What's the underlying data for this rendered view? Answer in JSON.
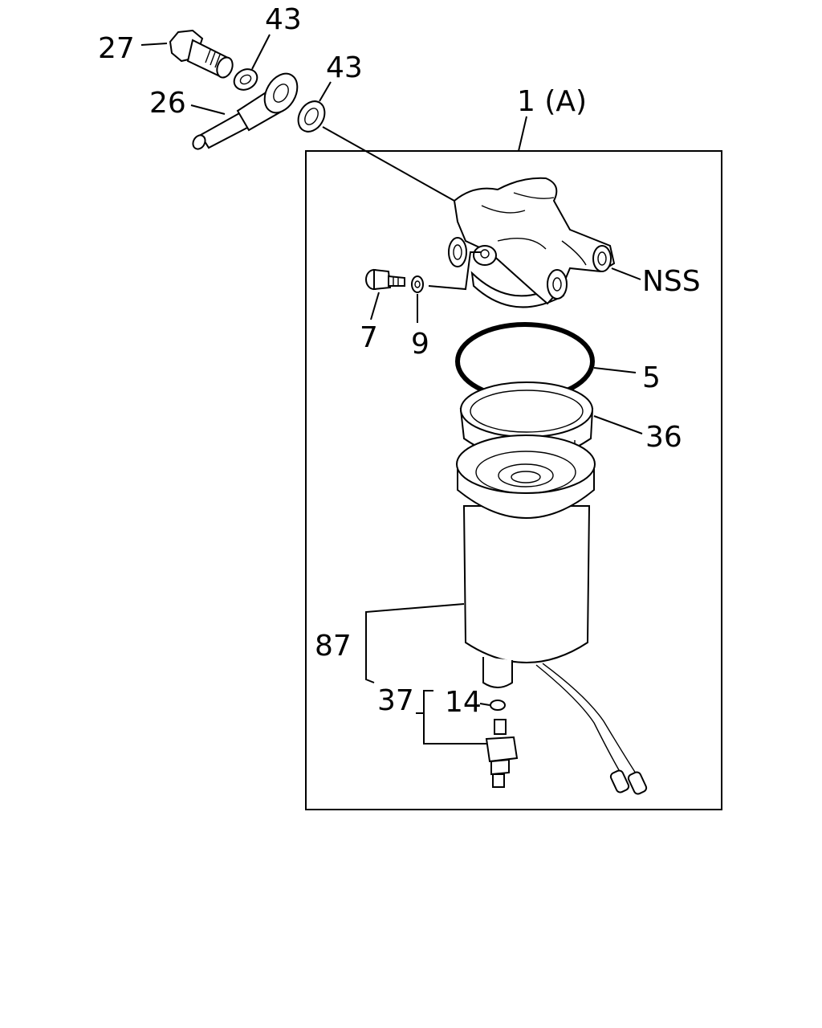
{
  "diagram": {
    "labels": {
      "p27": "27",
      "p43a": "43",
      "p43b": "43",
      "p26": "26",
      "p1a": "1 (A)",
      "nss": "NSS",
      "p7": "7",
      "p9": "9",
      "p5": "5",
      "p36": "36",
      "p87": "87",
      "p37": "37",
      "p14": "14"
    }
  }
}
